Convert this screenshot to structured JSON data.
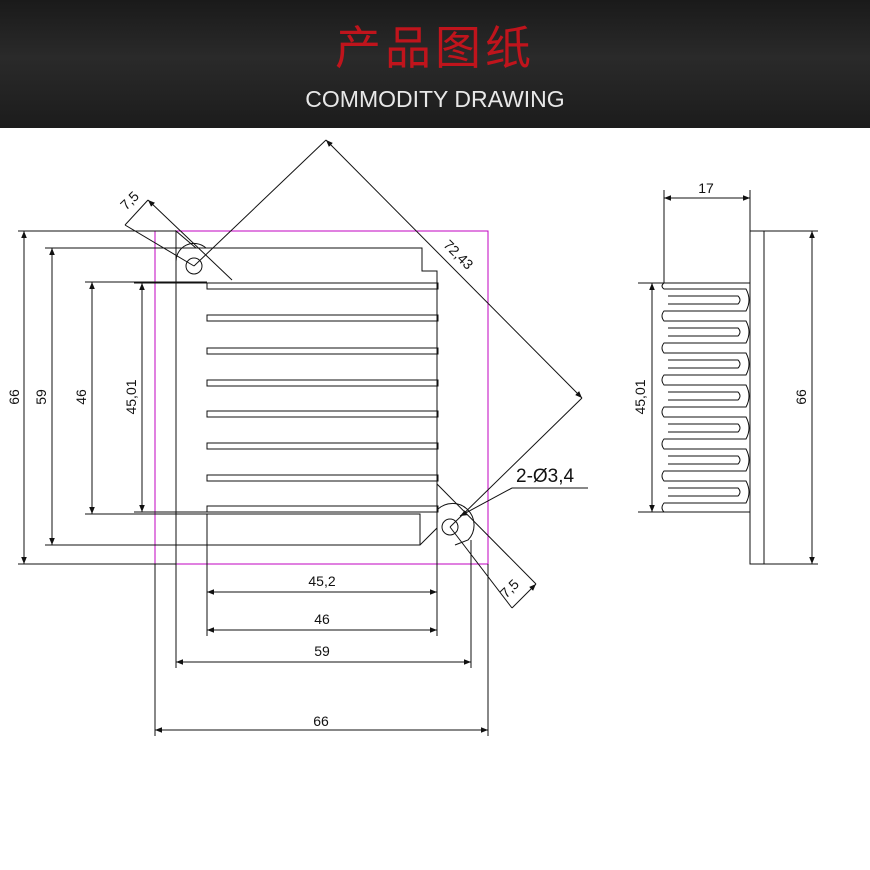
{
  "header": {
    "title_cn": "产品图纸",
    "title_en": "COMMODITY DRAWING"
  },
  "colors": {
    "header_bg": "#1e1e1e",
    "title_cn": "#c0141c",
    "title_en": "#e8e8e8",
    "outline": "#c000c0",
    "line": "#111111"
  },
  "front_view": {
    "dims": {
      "height_66": "66",
      "height_59": "59",
      "height_46": "46",
      "height_45_01": "45,01",
      "width_45_2": "45,2",
      "width_46": "46",
      "width_59": "59",
      "width_66": "66",
      "diag_72_43": "72,43",
      "offset_top": "7,5",
      "offset_bottom": "7,5"
    },
    "hole_label": "2-Ø3,4",
    "fin_count": 8
  },
  "side_view": {
    "dims": {
      "width_17": "17",
      "height_45_01": "45,01",
      "height_66": "66"
    },
    "fin_count": 8
  }
}
